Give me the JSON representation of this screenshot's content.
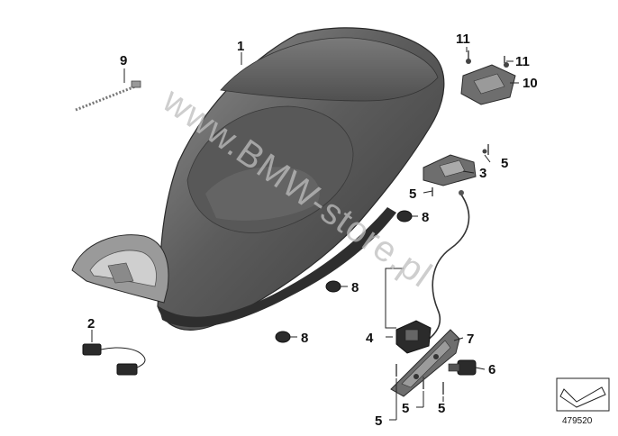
{
  "diagram": {
    "callouts": {
      "seat": "1",
      "connector": "2",
      "bracket_center": "3",
      "label_4": "4",
      "screw_upper_right": "5",
      "screw_center": "5",
      "screw_bottom_a": "5",
      "screw_bottom_b": "5",
      "screw_bottom_c": "5",
      "switch": "6",
      "lock_plate": "7",
      "buffer_upper": "8",
      "buffer_middle": "8",
      "buffer_lower": "8",
      "cable_tie": "9",
      "bracket_top": "10",
      "screw_top_left": "11",
      "screw_top_right": "11"
    },
    "watermark": "www.BMW-store.pl",
    "diagram_number": "479520"
  }
}
